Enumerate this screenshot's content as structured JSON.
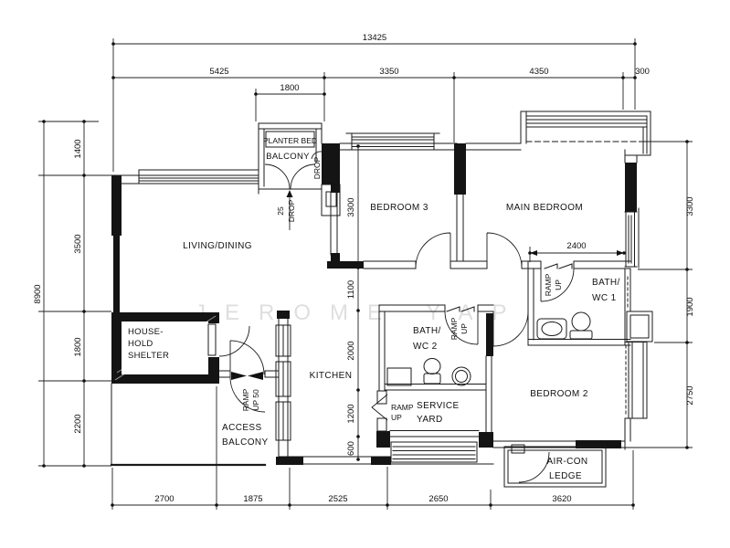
{
  "watermark": "JEROME YAP",
  "rooms": {
    "living_dining": "LIVING/DINING",
    "bedroom3": "BEDROOM 3",
    "main_bedroom": "MAIN BEDROOM",
    "bedroom2": "BEDROOM 2",
    "kitchen": "KITCHEN",
    "bath_wc1_l1": "BATH/",
    "bath_wc1_l2": "WC 1",
    "bath_wc2_l1": "BATH/",
    "bath_wc2_l2": "WC 2",
    "service_yard_l1": "SERVICE",
    "service_yard_l2": "YARD",
    "shelter_l1": "HOUSE-",
    "shelter_l2": "HOLD",
    "shelter_l3": "SHELTER",
    "access_balcony_l1": "ACCESS",
    "access_balcony_l2": "BALCONY",
    "aircon_l1": "AIR-CON",
    "aircon_l2": "LEDGE",
    "balcony": "BALCONY",
    "planter_bed": "PLANTER BED"
  },
  "annotations": {
    "drop": "DROP",
    "drop25_value": "25",
    "ramp": "RAMP",
    "up": "UP",
    "up50": "UP 50"
  },
  "dimensions": {
    "overall_width": "13425",
    "top": [
      "5425",
      "3350",
      "4350",
      "300"
    ],
    "balcony_width": "1800",
    "overall_height": "8900",
    "left": [
      "1400",
      "3500",
      "1800",
      "2200"
    ],
    "right": [
      "3300",
      "1900",
      "2750"
    ],
    "bottom": [
      "2700",
      "1875",
      "2525",
      "2650",
      "3620"
    ],
    "interior": [
      "3300",
      "1100",
      "2000",
      "1200",
      "600"
    ],
    "main_bedroom_width": "2400"
  }
}
